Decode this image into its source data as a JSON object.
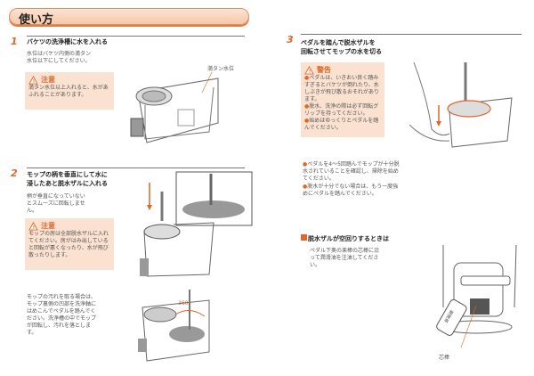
{
  "header": {
    "title": "使い方"
  },
  "step1": {
    "number": "1",
    "title": "バケツの洗浄槽に水を入れる",
    "body": "水位はバケツ内側の満タン水位以下にしてください。",
    "caution_title": "注意",
    "caution_body": "満タン水位以上入れると、水があふれることがあります。",
    "label": "満タン水位"
  },
  "step2": {
    "number": "2",
    "title_line1": "モップの柄を垂直にして水に",
    "title_line2": "浸したあと脱水ザルに入れる",
    "body": "柄が垂直になっていないとスムーズに回転しません。",
    "caution_title": "注意",
    "caution_body": "モップの房は全部脱水ザルに入れてください。房がはみ出していると回転が悪くなったり、水が飛び散ったりします。",
    "note": "モップの汚れを取る場合は、モップ裏側の凹部を洗浄軸にはめこんでペダルを踏んでください。洗浄槽の中でモップが回転し、汚れを落とします。",
    "rotation_label": "360°"
  },
  "step3": {
    "number": "3",
    "title_line1": "ペダルを踏んで脱水ザルを",
    "title_line2": "回転させてモップの水を切る",
    "warning_title": "警告",
    "warnings": [
      "ペダルは、いきおい良く踏みすぎるとバケツが倒れたり、水しぶきが飛び散るおそれがあります。",
      "脱水、洗浄の際は必ず回転グリップを持ってください。",
      "始めはゆっくりとペダルを踏んでください。"
    ],
    "notes": [
      "ペダルを4～5回踏んでモップが十分脱水されていることを確認し、掃除を始めてください。",
      "脱水が十分でない場合は、もう一度強めにペダルを踏んでください。"
    ]
  },
  "troubleshoot": {
    "title": "脱水ザルが空回りするときは",
    "body": "ペダル下奥の楽棒の芯棒に沿って潤滑油を注油してください。",
    "bottle_label": "潤滑油",
    "shaft_label": "芯棒"
  },
  "colors": {
    "accent": "#e0662a",
    "box": "#fbe2d0"
  }
}
